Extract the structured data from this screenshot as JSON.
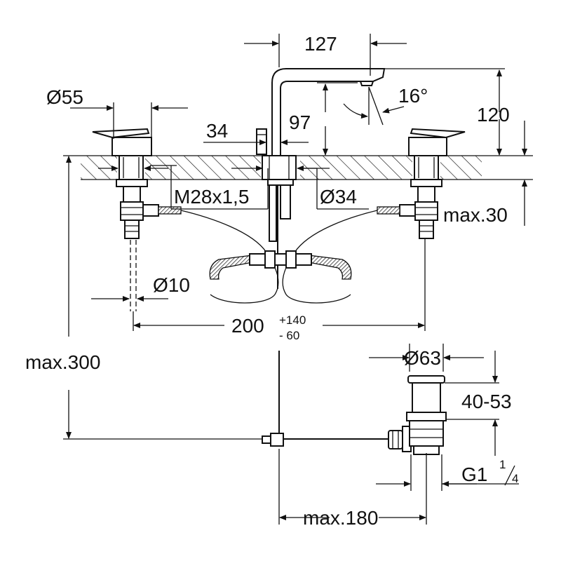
{
  "labels": {
    "spout_offset": "127",
    "handle_diameter": "Ø55",
    "thickness_34": "34",
    "spout_height": "97",
    "spout_angle": "16°",
    "total_height": "120",
    "thread": "M28x1,5",
    "hole_diameter": "Ø34",
    "max_deck": "max.30",
    "hose_diameter": "Ø10",
    "spacing": "200",
    "spacing_plus": "+140",
    "spacing_minus": "-  60",
    "max_height_below": "max.300",
    "drain_diameter": "Ø63",
    "drain_range": "40-53",
    "drain_thread": "G1",
    "drain_thread_num": "1",
    "drain_thread_den": "4",
    "rod_length": "max.180"
  }
}
